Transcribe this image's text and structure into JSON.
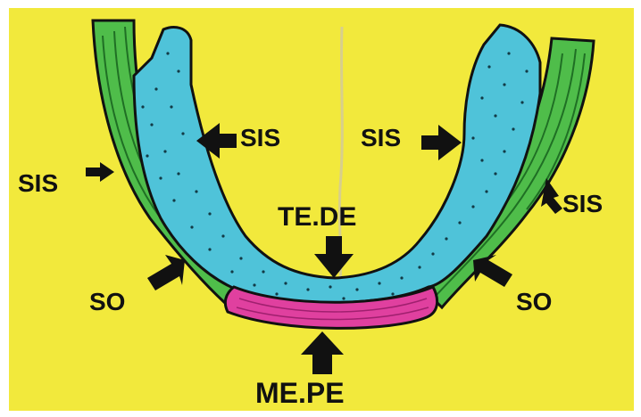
{
  "labels": {
    "sis_inner_left": "SIS",
    "sis_inner_right": "SIS",
    "sis_outer_left": "SIS",
    "sis_outer_right": "SIS",
    "so_left": "SO",
    "so_right": "SO",
    "te_de": "TE.DE",
    "me_pe": "ME.PE"
  },
  "colors": {
    "background": "#f2e93c",
    "outer_layer": "#4fbd4a",
    "inner_layer": "#4fc3d9",
    "bottom_band": "#e0409f",
    "outline": "#111111",
    "arrow": "#111111"
  }
}
